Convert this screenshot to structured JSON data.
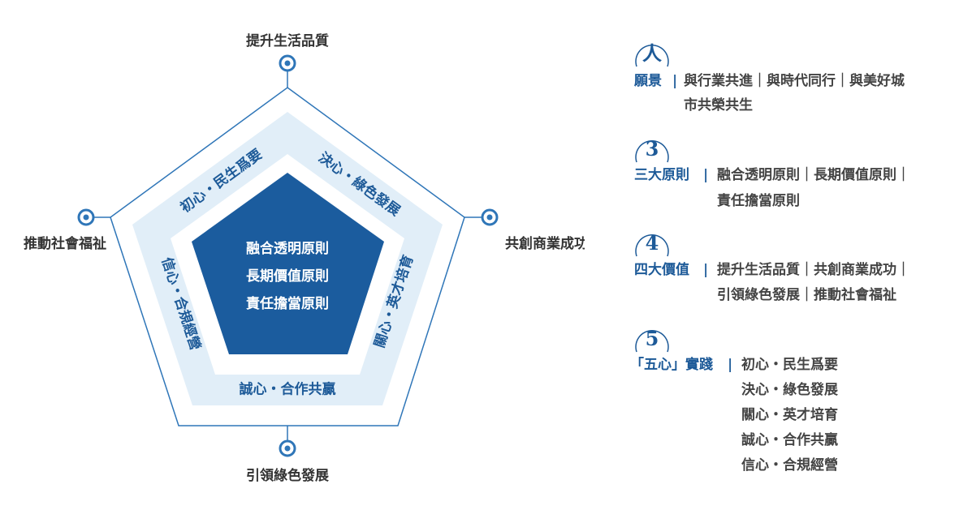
{
  "colors": {
    "primary": "#1b5c9e",
    "band": "#e1eef8",
    "line": "#2f76b8",
    "text": "#444444"
  },
  "diagram": {
    "vertices": {
      "top": "提升生活品質",
      "right": "共創商業成功",
      "bottom": "引領綠色發展",
      "left": "推動社會福祉"
    },
    "band": {
      "top_left": "初心・民生爲要",
      "top_right": "決心・綠色發展",
      "right": "關心・英才培育",
      "bottom": "誠心・合作共贏",
      "left": "信心・合規經營"
    },
    "core": [
      "融合透明原則",
      "長期價值原則",
      "責任擔當原則"
    ]
  },
  "legend": {
    "vision": {
      "badge": "人",
      "label": "願景",
      "separator": "|",
      "lines": [
        "與行業共進｜與時代同行｜與美好城",
        "市共榮共生"
      ]
    },
    "principles": {
      "badge": "3",
      "label": "三大原則",
      "separator": "|",
      "lines": [
        "融合透明原則｜長期價值原則｜",
        "責任擔當原則"
      ]
    },
    "values": {
      "badge": "4",
      "label": "四大價值",
      "separator": "|",
      "lines": [
        "提升生活品質｜共創商業成功｜",
        "引領綠色發展｜推動社會福祉"
      ]
    },
    "practice": {
      "badge": "5",
      "label": "「五心」實踐",
      "separator": "|",
      "lines": [
        "初心・民生爲要",
        "決心・綠色發展",
        "關心・英才培育",
        "誠心・合作共贏",
        "信心・合規經營"
      ]
    }
  }
}
